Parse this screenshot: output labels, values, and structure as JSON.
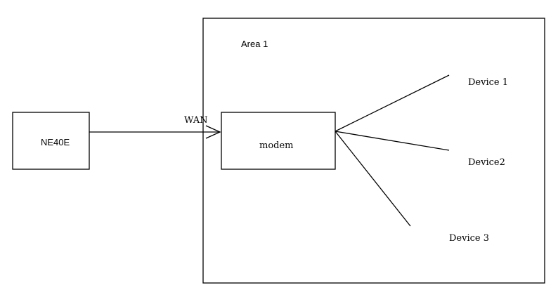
{
  "diagram": {
    "area_label": "Area 1",
    "router_label": "NE40E",
    "modem_label": "modem",
    "link_label": "WAN",
    "devices": [
      "Device 1",
      "Device2",
      "Device 3"
    ]
  }
}
